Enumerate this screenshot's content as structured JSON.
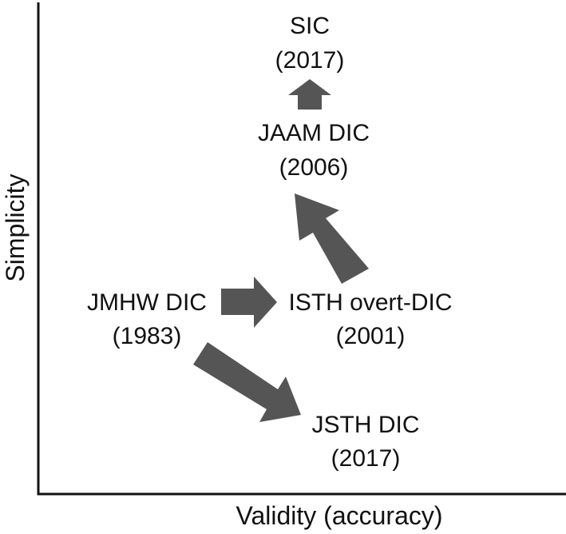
{
  "axes": {
    "x_label": "Validity (accuracy)",
    "y_label": "Simplicity"
  },
  "nodes": {
    "sic": {
      "name": "SIC",
      "year": "(2017)"
    },
    "jaam": {
      "name": "JAAM DIC",
      "year": "(2006)"
    },
    "jmhw": {
      "name": "JMHW DIC",
      "year": "(1983)"
    },
    "isth": {
      "name": "ISTH overt-DIC",
      "year": "(2001)"
    },
    "jsth": {
      "name": "JSTH DIC",
      "year": "(2017)"
    }
  },
  "colors": {
    "arrow": "#555555",
    "text": "#111111",
    "axis": "#111111"
  }
}
